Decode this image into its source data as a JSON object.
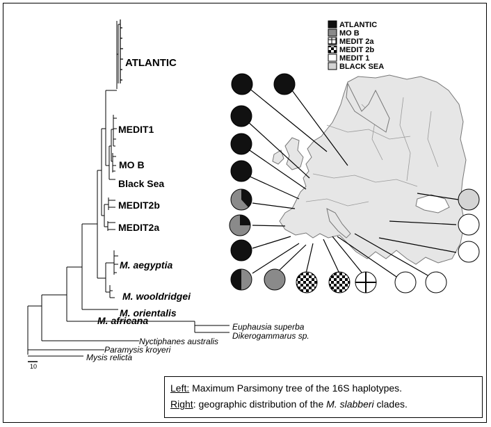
{
  "tree": {
    "labels": {
      "atlantic": "ATLANTIC",
      "medit1": "MEDIT1",
      "mob": "MO B",
      "blacksea": "Black Sea",
      "medit2b": "MEDIT2b",
      "medit2a": "MEDIT2a",
      "aegyptia": "M. aegyptia",
      "wooldridgei": "M. wooldridgei",
      "orientalis": "M. orientalis",
      "africana": "M. africana",
      "euphausia": "Euphausia superba",
      "dikerogammarus": "Dikerogammarus sp.",
      "nyctiphanes": "Nyctiphanes australis",
      "paramysis": "Paramysis kroyeri",
      "mysis": "Mysis relicta"
    },
    "scale_label": "10"
  },
  "legend": {
    "items": [
      {
        "label": "ATLANTIC",
        "pattern": "solid-black"
      },
      {
        "label": "MO B",
        "pattern": "solid-gray"
      },
      {
        "label": "MEDIT 2a",
        "pattern": "cross"
      },
      {
        "label": "MEDIT 2b",
        "pattern": "checker"
      },
      {
        "label": "MEDIT 1",
        "pattern": "white"
      },
      {
        "label": "BLACK SEA",
        "pattern": "light-gray"
      }
    ]
  },
  "colors": {
    "atlantic": "#111111",
    "mob": "#8a8a8a",
    "medit1": "#ffffff",
    "blacksea": "#d4d4d4",
    "map_fill": "#e6e6e6",
    "map_stroke": "#777777"
  },
  "caption": {
    "left_label": "Left:",
    "left_text": " Maximum Parsimony tree of the 16S haplotypes.",
    "right_label": "Right",
    "right_text_before": ": geographic distribution of the ",
    "right_species": "M. slabberi",
    "right_text_after": " clades."
  }
}
